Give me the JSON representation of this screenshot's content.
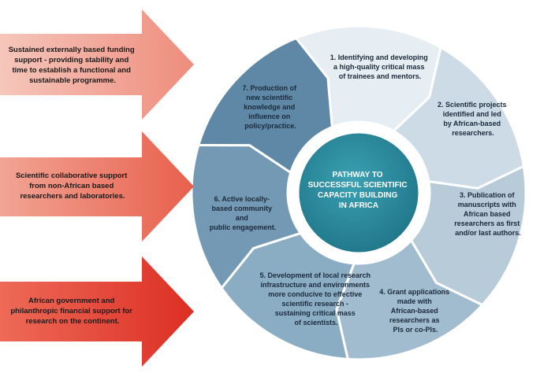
{
  "center": {
    "lines": [
      "PATHWAY TO",
      "SUCCESSFUL SCIENTIFIC",
      "CAPACITY BUILDING",
      "IN AFRICA"
    ]
  },
  "supports": [
    {
      "lines": [
        "Sustained externally based funding",
        "support - providing stability and",
        "time to establish a functional and",
        "sustainable programme."
      ]
    },
    {
      "lines": [
        "Scientific collaborative support",
        "from non-African based",
        "researchers and laboratories."
      ]
    },
    {
      "lines": [
        "African government and",
        "philanthropic financial support for",
        "research on the continent."
      ]
    }
  ],
  "steps": [
    {
      "lines": [
        "1. Identifying and developing",
        "a high-quality critical mass",
        "of trainees and mentors."
      ]
    },
    {
      "lines": [
        "2. Scientific projects",
        "identified and led",
        "by African-based",
        "researchers."
      ]
    },
    {
      "lines": [
        "3. Publication of",
        "manuscripts with",
        "African based",
        "researchers as first",
        "and/or last authors."
      ]
    },
    {
      "lines": [
        "4. Grant applications",
        "made with",
        "African-based",
        "researchers as",
        "PIs or co-PIs."
      ]
    },
    {
      "lines": [
        "5. Development of local research",
        "infrastructure and environments",
        "more conducive to effective",
        "scientific research -",
        "sustaining critical mass",
        "of scientists."
      ]
    },
    {
      "lines": [
        "6. Active locally-",
        "based community",
        "and",
        "public engagement."
      ]
    },
    {
      "lines": [
        "7. Production of",
        "new scientific",
        "knowledge and",
        "influence on",
        "policy/practice."
      ]
    }
  ],
  "colors": {
    "step_fills": [
      "#e6edf3",
      "#cddbe6",
      "#b7cbd9",
      "#a2bccf",
      "#8badc4",
      "#7499b5",
      "#5f88a7"
    ],
    "center_fill": "#2a8a9e",
    "center_text": "#ffffff",
    "step_text": "#1a2a3a",
    "arrow_top": "#f4b3a6",
    "arrow_mid": "#ec6a55",
    "arrow_bottom": "#e2382b",
    "arrow_text": "#1a1a1a"
  }
}
